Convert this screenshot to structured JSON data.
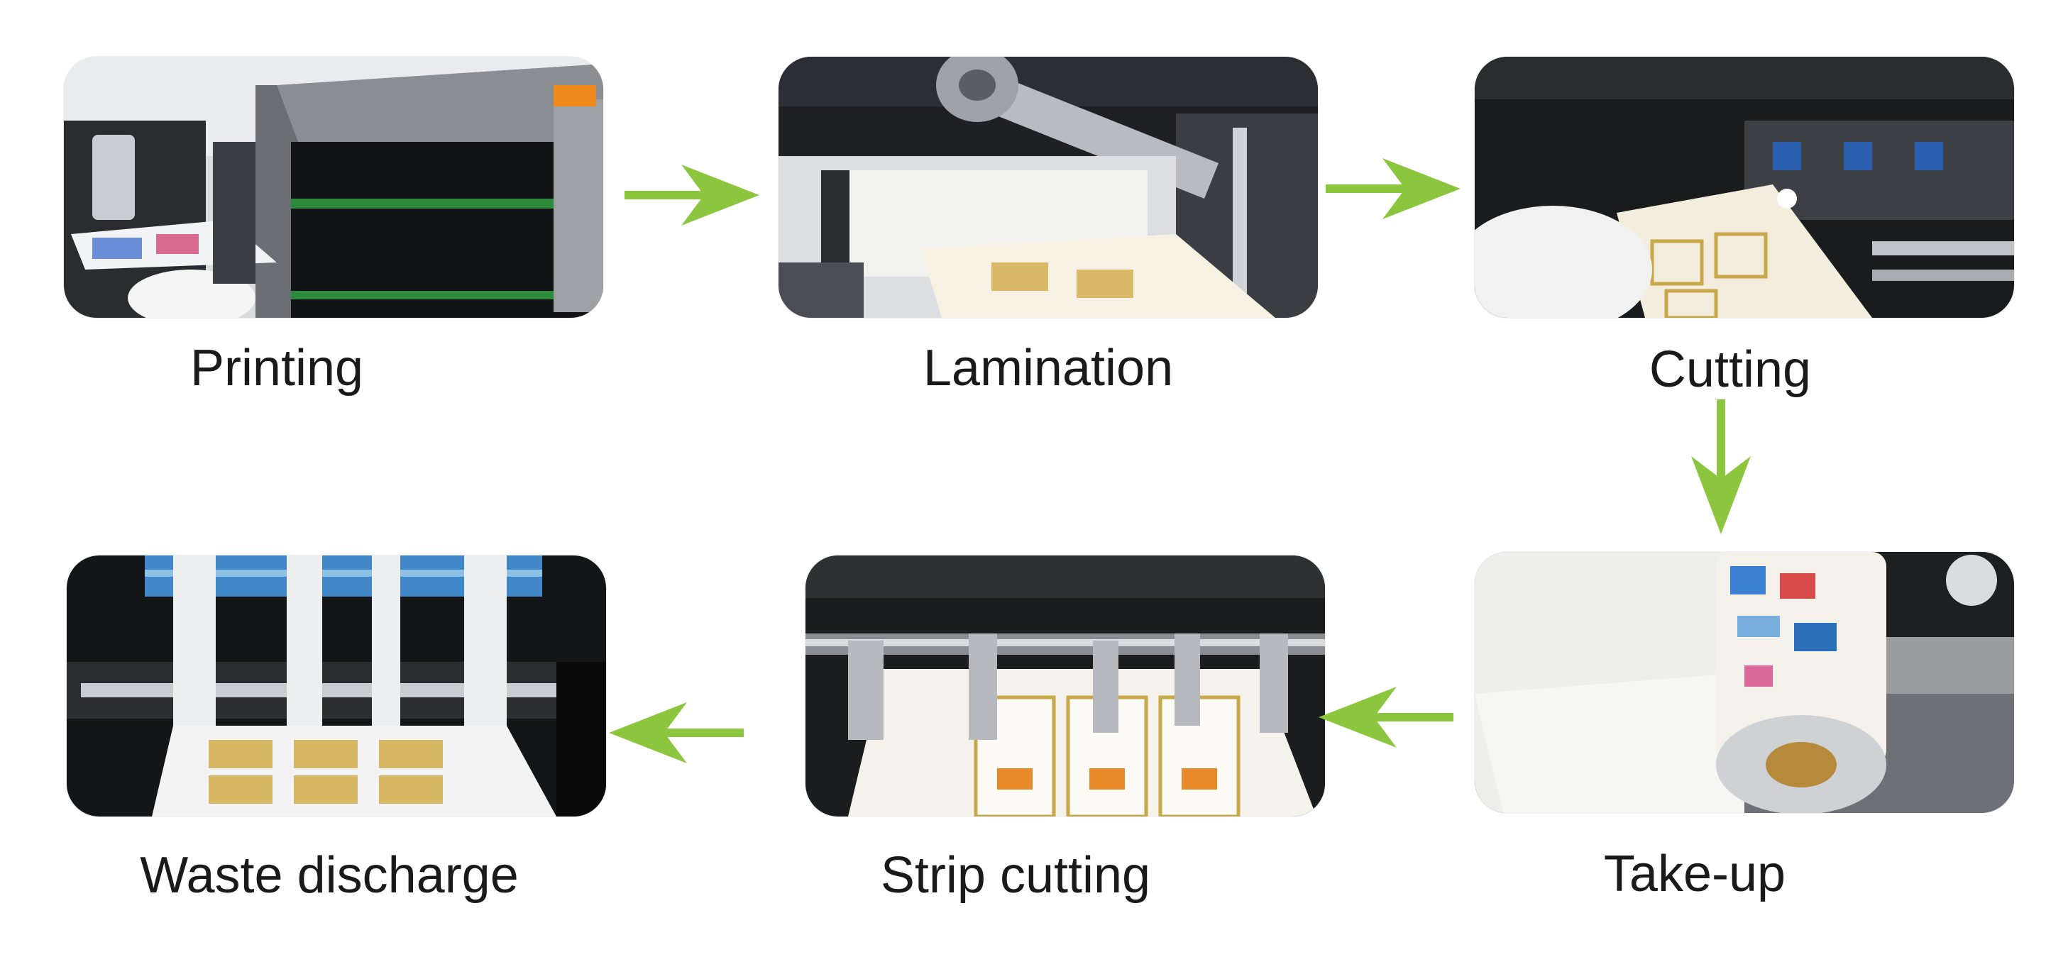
{
  "steps": [
    {
      "id": "printing",
      "label": "Printing"
    },
    {
      "id": "lamination",
      "label": "Lamination"
    },
    {
      "id": "cutting",
      "label": "Cutting"
    },
    {
      "id": "take-up",
      "label": "Take-up"
    },
    {
      "id": "strip-cutting",
      "label": "Strip cutting"
    },
    {
      "id": "waste-discharge",
      "label": "Waste discharge"
    }
  ],
  "colors": {
    "arrow": "#8cc63f",
    "label_text": "#1a1a1a",
    "background": "#ffffff"
  }
}
